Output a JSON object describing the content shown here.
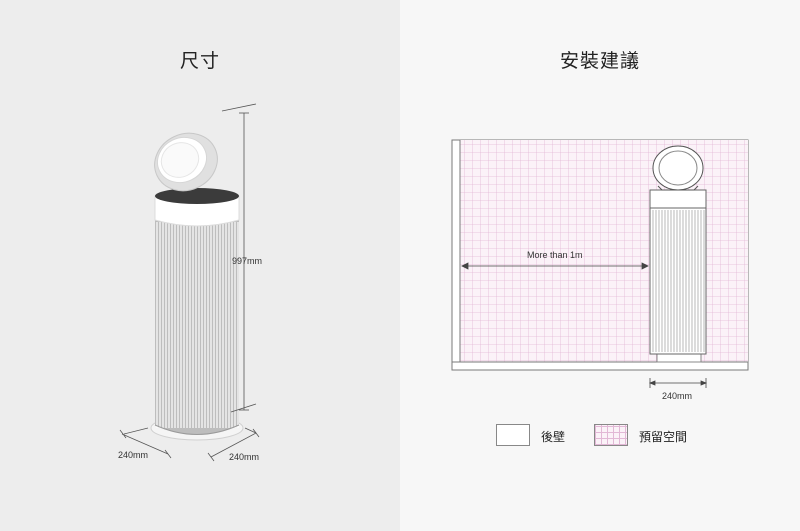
{
  "left": {
    "title": "尺寸",
    "height_label": "997mm",
    "width_label_left": "240mm",
    "width_label_right": "240mm"
  },
  "right": {
    "title": "安裝建議",
    "distance_label": "More than 1m",
    "base_label": "240mm",
    "legend": [
      {
        "label": "後壁"
      },
      {
        "label": "預留空間"
      }
    ]
  },
  "colors": {
    "grid_line": "#e2b8d6",
    "grid_bg": "#fbf2f8",
    "wall": "#ffffff"
  }
}
